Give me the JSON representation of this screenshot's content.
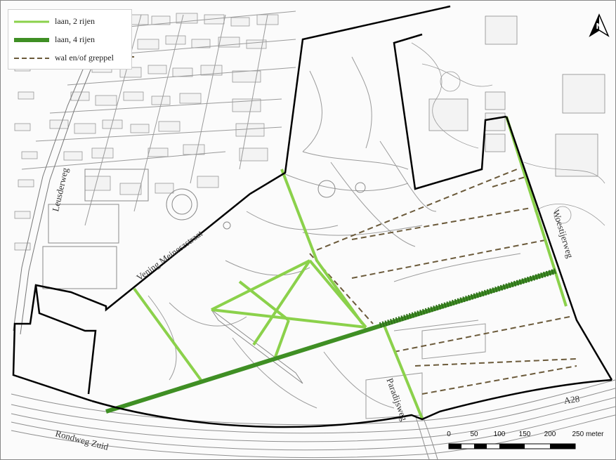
{
  "legend": {
    "items": [
      {
        "label": "laan, 2 rijen",
        "color": "#8bd14b",
        "style": "thin"
      },
      {
        "label": "laan, 4 rijen",
        "color": "#3f8f24",
        "style": "thick"
      },
      {
        "label": "wal en/of greppel",
        "color": "#6b5a3a",
        "style": "dashed"
      }
    ]
  },
  "streets": {
    "leusderweg": "Leusderweg",
    "vening": "Vening Meineszstraat",
    "woestijerweg": "Woestijerweg",
    "paradijsweg": "Paradijsweg",
    "a28": "A28",
    "rondweg": "Rondweg Zuid"
  },
  "scale": {
    "ticks": [
      "0",
      "50",
      "100",
      "150",
      "200",
      "250 meter"
    ]
  },
  "north_arrow": {
    "icon": "north-arrow-icon",
    "letter": "N"
  },
  "colors": {
    "lane_light": "#8bd14b",
    "lane_dark": "#3f8f24",
    "boundary": "#000000",
    "ditch": "#6b5a3a"
  }
}
